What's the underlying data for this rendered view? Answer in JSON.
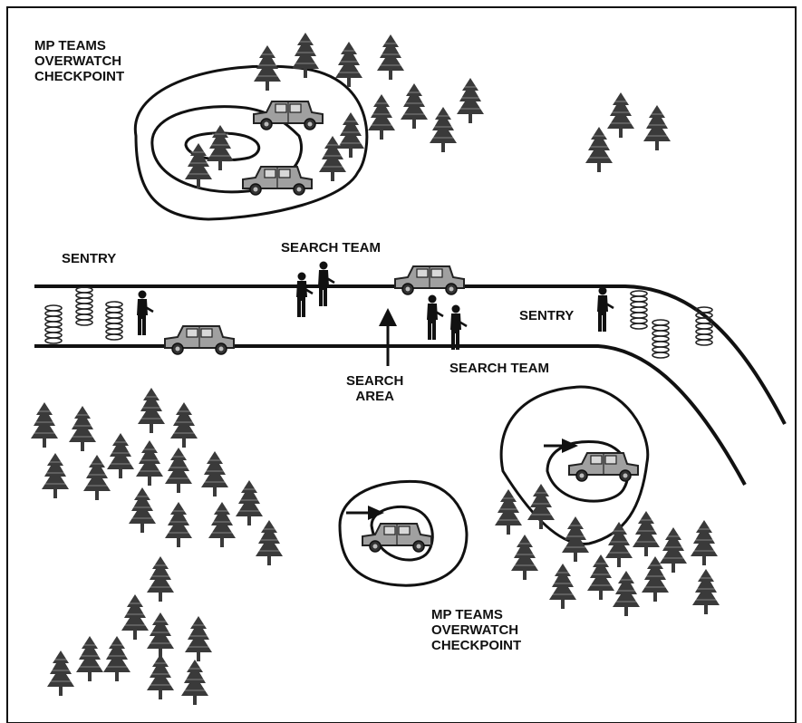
{
  "labels": {
    "mp_top": [
      "MP TEAMS",
      "OVERWATCH",
      "CHECKPOINT"
    ],
    "sentry_left": "SENTRY",
    "search_team_top": "SEARCH TEAM",
    "sentry_right": "SENTRY",
    "search_area": [
      "SEARCH",
      "AREA"
    ],
    "search_team_bottom": "SEARCH TEAM",
    "mp_bottom": [
      "MP TEAMS",
      "OVERWATCH",
      "CHECKPOINT"
    ]
  },
  "icons": {
    "tree": "pine-tree-icon",
    "vehicle": "humvee-icon",
    "soldier": "soldier-icon",
    "wire": "concertina-wire-icon",
    "arrow": "arrow-icon"
  },
  "colors": {
    "line": "#111111",
    "tree": "#3a3a3a",
    "vehicle": "#9a9a9a",
    "soldier": "#111111",
    "background": "#ffffff"
  }
}
